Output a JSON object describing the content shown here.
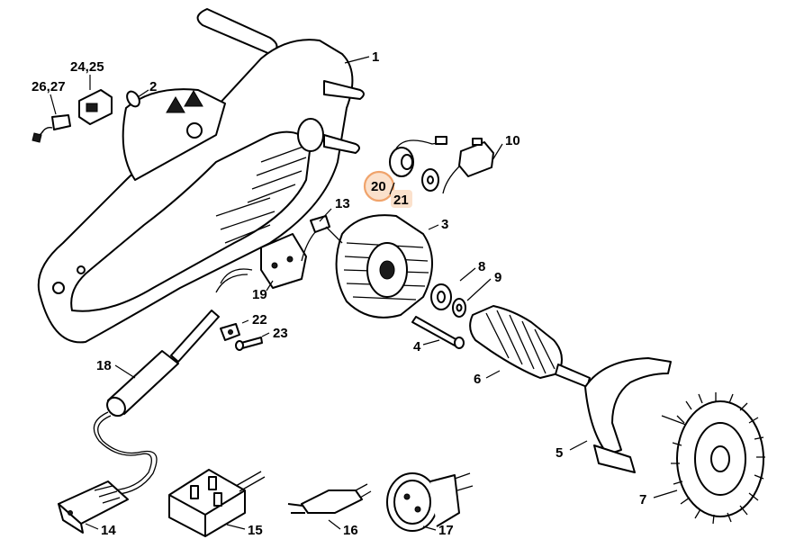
{
  "labels": {
    "p1": "1",
    "p2": "2",
    "p3": "3",
    "p4": "4",
    "p5": "5",
    "p6": "6",
    "p7": "7",
    "p8": "8",
    "p9": "9",
    "p10": "10",
    "p13": "13",
    "p14": "14",
    "p15": "15",
    "p16": "16",
    "p17": "17",
    "p18": "18",
    "p19": "19",
    "p20": "20",
    "p21": "21",
    "p22": "22",
    "p23": "23",
    "p24_25": "24,25",
    "p26_27": "26,27"
  },
  "highlight": {
    "color": "#f0a36b",
    "fill": "#fbe1cc"
  }
}
